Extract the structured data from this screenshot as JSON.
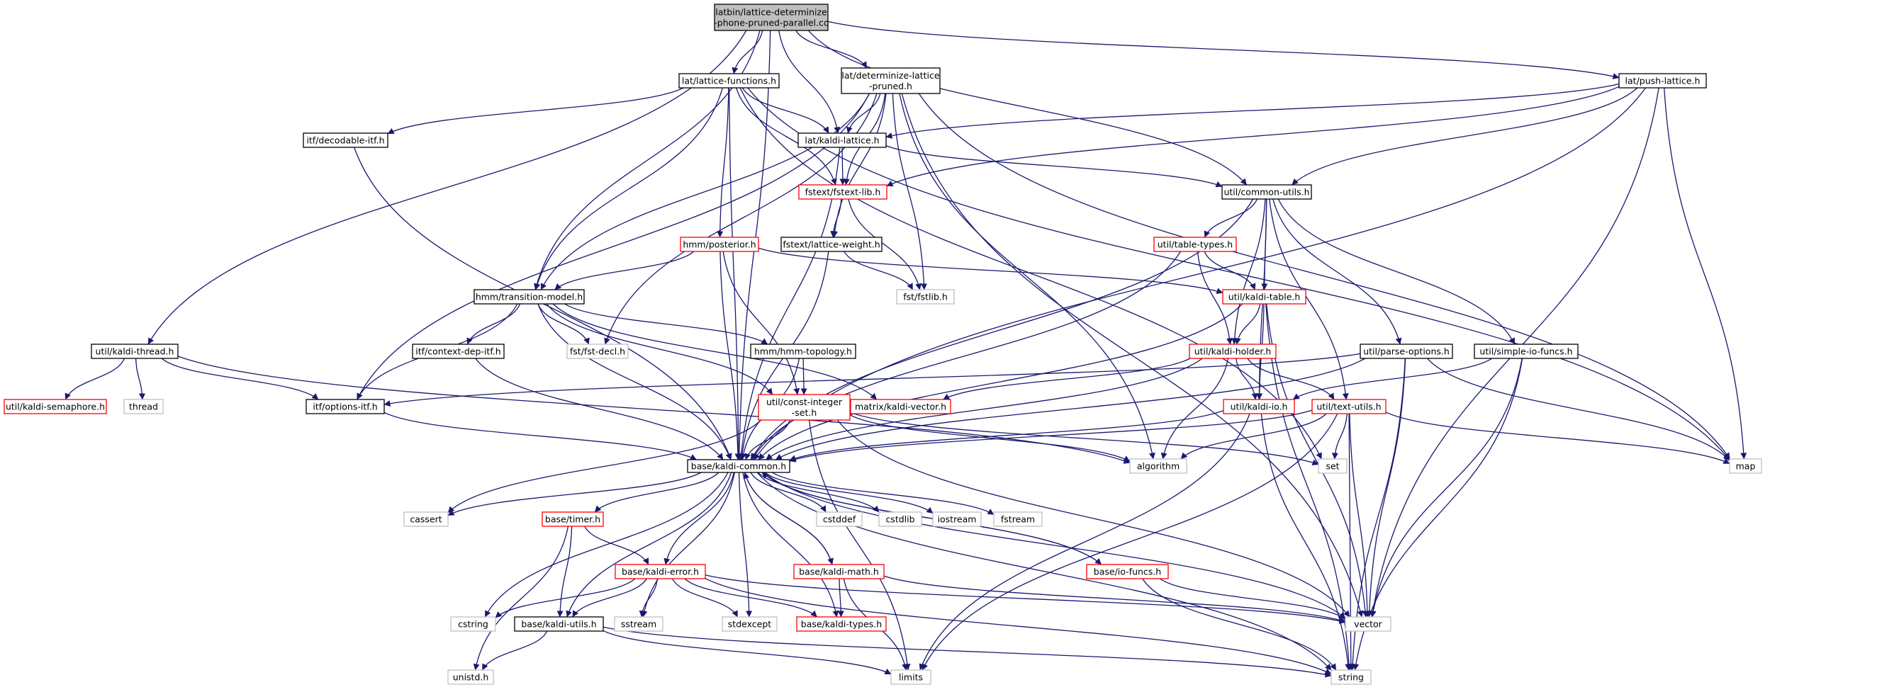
{
  "colors": {
    "edge": "#191970",
    "root_fill": "#bfbfbf",
    "border_black": "#000000",
    "border_red": "#ff0000",
    "border_gray": "#bfbfbf",
    "text": "#000000"
  },
  "nodes": [
    {
      "id": "root",
      "label": [
        "latbin/lattice-determinize",
        "-phone-pruned-parallel.cc"
      ],
      "style": "root",
      "link": false
    },
    {
      "id": "lattice_functions",
      "label": [
        "lat/lattice-functions.h"
      ],
      "style": "black",
      "link": true
    },
    {
      "id": "det_lat_pruned",
      "label": [
        "lat/determinize-lattice",
        "-pruned.h"
      ],
      "style": "black",
      "link": true
    },
    {
      "id": "push_lattice",
      "label": [
        "lat/push-lattice.h"
      ],
      "style": "black",
      "link": true
    },
    {
      "id": "kaldi_thread",
      "label": [
        "util/kaldi-thread.h"
      ],
      "style": "black",
      "link": true
    },
    {
      "id": "decodable_itf",
      "label": [
        "itf/decodable-itf.h"
      ],
      "style": "black",
      "link": true
    },
    {
      "id": "kaldi_lattice",
      "label": [
        "lat/kaldi-lattice.h"
      ],
      "style": "black",
      "link": true
    },
    {
      "id": "fstext_lib",
      "label": [
        "fstext/fstext-lib.h"
      ],
      "style": "red",
      "link": true
    },
    {
      "id": "common_utils",
      "label": [
        "util/common-utils.h"
      ],
      "style": "black",
      "link": true
    },
    {
      "id": "posterior",
      "label": [
        "hmm/posterior.h"
      ],
      "style": "red",
      "link": true
    },
    {
      "id": "lattice_weight",
      "label": [
        "fstext/lattice-weight.h"
      ],
      "style": "black",
      "link": true
    },
    {
      "id": "table_types",
      "label": [
        "util/table-types.h"
      ],
      "style": "red",
      "link": true
    },
    {
      "id": "fstlib",
      "label": [
        "fst/fstlib.h"
      ],
      "style": "gray",
      "link": false
    },
    {
      "id": "transition_model",
      "label": [
        "hmm/transition-model.h"
      ],
      "style": "black",
      "link": true
    },
    {
      "id": "kaldi_table",
      "label": [
        "util/kaldi-table.h"
      ],
      "style": "red",
      "link": true
    },
    {
      "id": "context_dep_itf",
      "label": [
        "itf/context-dep-itf.h"
      ],
      "style": "black",
      "link": true
    },
    {
      "id": "fst_decl",
      "label": [
        "fst/fst-decl.h"
      ],
      "style": "gray",
      "link": false
    },
    {
      "id": "hmm_topology",
      "label": [
        "hmm/hmm-topology.h"
      ],
      "style": "black",
      "link": true
    },
    {
      "id": "kaldi_holder",
      "label": [
        "util/kaldi-holder.h"
      ],
      "style": "red",
      "link": true
    },
    {
      "id": "parse_options",
      "label": [
        "util/parse-options.h"
      ],
      "style": "black",
      "link": true
    },
    {
      "id": "simple_io_funcs",
      "label": [
        "util/simple-io-funcs.h"
      ],
      "style": "black",
      "link": true
    },
    {
      "id": "kaldi_semaphore",
      "label": [
        "util/kaldi-semaphore.h"
      ],
      "style": "red",
      "link": true
    },
    {
      "id": "thread",
      "label": [
        "thread"
      ],
      "style": "gray",
      "link": false
    },
    {
      "id": "options_itf",
      "label": [
        "itf/options-itf.h"
      ],
      "style": "black",
      "link": true
    },
    {
      "id": "const_integer_set",
      "label": [
        "util/const-integer",
        "-set.h"
      ],
      "style": "red",
      "link": true
    },
    {
      "id": "kaldi_vector",
      "label": [
        "matrix/kaldi-vector.h"
      ],
      "style": "red",
      "link": true
    },
    {
      "id": "kaldi_io",
      "label": [
        "util/kaldi-io.h"
      ],
      "style": "red",
      "link": true
    },
    {
      "id": "text_utils",
      "label": [
        "util/text-utils.h"
      ],
      "style": "red",
      "link": true
    },
    {
      "id": "kaldi_common",
      "label": [
        "base/kaldi-common.h"
      ],
      "style": "black",
      "link": true
    },
    {
      "id": "algorithm",
      "label": [
        "algorithm"
      ],
      "style": "gray",
      "link": false
    },
    {
      "id": "set",
      "label": [
        "set"
      ],
      "style": "gray",
      "link": false
    },
    {
      "id": "map",
      "label": [
        "map"
      ],
      "style": "gray",
      "link": false
    },
    {
      "id": "cassert",
      "label": [
        "cassert"
      ],
      "style": "gray",
      "link": false
    },
    {
      "id": "timer",
      "label": [
        "base/timer.h"
      ],
      "style": "red",
      "link": true
    },
    {
      "id": "cstddef",
      "label": [
        "cstddef"
      ],
      "style": "gray",
      "link": false
    },
    {
      "id": "cstdlib",
      "label": [
        "cstdlib"
      ],
      "style": "gray",
      "link": false
    },
    {
      "id": "iostream",
      "label": [
        "iostream"
      ],
      "style": "gray",
      "link": false
    },
    {
      "id": "fstream",
      "label": [
        "fstream"
      ],
      "style": "gray",
      "link": false
    },
    {
      "id": "kaldi_error",
      "label": [
        "base/kaldi-error.h"
      ],
      "style": "red",
      "link": true
    },
    {
      "id": "kaldi_math",
      "label": [
        "base/kaldi-math.h"
      ],
      "style": "red",
      "link": true
    },
    {
      "id": "io_funcs",
      "label": [
        "base/io-funcs.h"
      ],
      "style": "red",
      "link": true
    },
    {
      "id": "cstring",
      "label": [
        "cstring"
      ],
      "style": "gray",
      "link": false
    },
    {
      "id": "kaldi_utils",
      "label": [
        "base/kaldi-utils.h"
      ],
      "style": "black",
      "link": true
    },
    {
      "id": "sstream",
      "label": [
        "sstream"
      ],
      "style": "gray",
      "link": false
    },
    {
      "id": "stdexcept",
      "label": [
        "stdexcept"
      ],
      "style": "gray",
      "link": false
    },
    {
      "id": "kaldi_types",
      "label": [
        "base/kaldi-types.h"
      ],
      "style": "red",
      "link": true
    },
    {
      "id": "vector",
      "label": [
        "vector"
      ],
      "style": "gray",
      "link": false
    },
    {
      "id": "unistd",
      "label": [
        "unistd.h"
      ],
      "style": "gray",
      "link": false
    },
    {
      "id": "limits",
      "label": [
        "limits"
      ],
      "style": "gray",
      "link": false
    },
    {
      "id": "string",
      "label": [
        "string"
      ],
      "style": "gray",
      "link": false
    }
  ],
  "edges": [
    [
      "root",
      "lattice_functions"
    ],
    [
      "root",
      "det_lat_pruned"
    ],
    [
      "root",
      "push_lattice"
    ],
    [
      "root",
      "kaldi_thread"
    ],
    [
      "root",
      "kaldi_lattice"
    ],
    [
      "root",
      "common_utils"
    ],
    [
      "root",
      "transition_model"
    ],
    [
      "root",
      "kaldi_common"
    ],
    [
      "lattice_functions",
      "decodable_itf"
    ],
    [
      "lattice_functions",
      "kaldi_lattice"
    ],
    [
      "lattice_functions",
      "fstext_lib"
    ],
    [
      "lattice_functions",
      "posterior"
    ],
    [
      "lattice_functions",
      "transition_model"
    ],
    [
      "lattice_functions",
      "kaldi_common"
    ],
    [
      "lattice_functions",
      "map"
    ],
    [
      "lattice_functions",
      "set"
    ],
    [
      "det_lat_pruned",
      "kaldi_lattice"
    ],
    [
      "det_lat_pruned",
      "fstext_lib"
    ],
    [
      "det_lat_pruned",
      "lattice_weight"
    ],
    [
      "det_lat_pruned",
      "fstlib"
    ],
    [
      "det_lat_pruned",
      "transition_model"
    ],
    [
      "det_lat_pruned",
      "fst_decl"
    ],
    [
      "det_lat_pruned",
      "options_itf"
    ],
    [
      "det_lat_pruned",
      "algorithm"
    ],
    [
      "det_lat_pruned",
      "vector"
    ],
    [
      "det_lat_pruned",
      "map"
    ],
    [
      "push_lattice",
      "kaldi_lattice"
    ],
    [
      "push_lattice",
      "fstext_lib"
    ],
    [
      "push_lattice",
      "common_utils"
    ],
    [
      "push_lattice",
      "kaldi_common"
    ],
    [
      "push_lattice",
      "vector"
    ],
    [
      "push_lattice",
      "map"
    ],
    [
      "kaldi_thread",
      "kaldi_semaphore"
    ],
    [
      "kaldi_thread",
      "thread"
    ],
    [
      "kaldi_thread",
      "options_itf"
    ],
    [
      "kaldi_thread",
      "algorithm"
    ],
    [
      "decodable_itf",
      "kaldi_common"
    ],
    [
      "kaldi_lattice",
      "fstext_lib"
    ],
    [
      "kaldi_lattice",
      "common_utils"
    ],
    [
      "kaldi_lattice",
      "kaldi_common"
    ],
    [
      "fstext_lib",
      "lattice_weight"
    ],
    [
      "fstext_lib",
      "fstlib"
    ],
    [
      "lattice_weight",
      "fstlib"
    ],
    [
      "lattice_weight",
      "kaldi_common"
    ],
    [
      "common_utils",
      "table_types"
    ],
    [
      "common_utils",
      "kaldi_table"
    ],
    [
      "common_utils",
      "kaldi_holder"
    ],
    [
      "common_utils",
      "parse_options"
    ],
    [
      "common_utils",
      "simple_io_funcs"
    ],
    [
      "common_utils",
      "kaldi_io"
    ],
    [
      "common_utils",
      "text_utils"
    ],
    [
      "common_utils",
      "kaldi_common"
    ],
    [
      "posterior",
      "transition_model"
    ],
    [
      "posterior",
      "kaldi_table"
    ],
    [
      "posterior",
      "const_integer_set"
    ],
    [
      "posterior",
      "kaldi_common"
    ],
    [
      "table_types",
      "kaldi_table"
    ],
    [
      "table_types",
      "kaldi_holder"
    ],
    [
      "table_types",
      "kaldi_common"
    ],
    [
      "transition_model",
      "context_dep_itf"
    ],
    [
      "transition_model",
      "fst_decl"
    ],
    [
      "transition_model",
      "hmm_topology"
    ],
    [
      "transition_model",
      "options_itf"
    ],
    [
      "transition_model",
      "kaldi_vector"
    ],
    [
      "transition_model",
      "const_integer_set"
    ],
    [
      "transition_model",
      "kaldi_common"
    ],
    [
      "kaldi_table",
      "kaldi_holder"
    ],
    [
      "kaldi_table",
      "kaldi_io"
    ],
    [
      "kaldi_table",
      "kaldi_common"
    ],
    [
      "kaldi_table",
      "string"
    ],
    [
      "kaldi_table",
      "vector"
    ],
    [
      "context_dep_itf",
      "kaldi_common"
    ],
    [
      "hmm_topology",
      "const_integer_set"
    ],
    [
      "hmm_topology",
      "kaldi_common"
    ],
    [
      "kaldi_holder",
      "kaldi_vector"
    ],
    [
      "kaldi_holder",
      "kaldi_io"
    ],
    [
      "kaldi_holder",
      "text_utils"
    ],
    [
      "kaldi_holder",
      "kaldi_common"
    ],
    [
      "kaldi_holder",
      "algorithm"
    ],
    [
      "parse_options",
      "options_itf"
    ],
    [
      "parse_options",
      "kaldi_common"
    ],
    [
      "parse_options",
      "map"
    ],
    [
      "parse_options",
      "vector"
    ],
    [
      "parse_options",
      "string"
    ],
    [
      "simple_io_funcs",
      "kaldi_io"
    ],
    [
      "simple_io_funcs",
      "vector"
    ],
    [
      "simple_io_funcs",
      "string"
    ],
    [
      "options_itf",
      "kaldi_common"
    ],
    [
      "const_integer_set",
      "kaldi_common"
    ],
    [
      "const_integer_set",
      "algorithm"
    ],
    [
      "const_integer_set",
      "set"
    ],
    [
      "const_integer_set",
      "vector"
    ],
    [
      "const_integer_set",
      "limits"
    ],
    [
      "const_integer_set",
      "cassert"
    ],
    [
      "kaldi_io",
      "kaldi_common"
    ],
    [
      "kaldi_io",
      "limits"
    ],
    [
      "kaldi_io",
      "string"
    ],
    [
      "text_utils",
      "kaldi_common"
    ],
    [
      "text_utils",
      "algorithm"
    ],
    [
      "text_utils",
      "set"
    ],
    [
      "text_utils",
      "map"
    ],
    [
      "text_utils",
      "vector"
    ],
    [
      "text_utils",
      "string"
    ],
    [
      "text_utils",
      "limits"
    ],
    [
      "kaldi_common",
      "cassert"
    ],
    [
      "kaldi_common",
      "timer"
    ],
    [
      "kaldi_common",
      "cstddef"
    ],
    [
      "kaldi_common",
      "cstdlib"
    ],
    [
      "kaldi_common",
      "iostream"
    ],
    [
      "kaldi_common",
      "fstream"
    ],
    [
      "kaldi_common",
      "kaldi_error"
    ],
    [
      "kaldi_common",
      "kaldi_math"
    ],
    [
      "kaldi_common",
      "io_funcs"
    ],
    [
      "kaldi_common",
      "cstring"
    ],
    [
      "kaldi_common",
      "sstream"
    ],
    [
      "kaldi_common",
      "stdexcept"
    ],
    [
      "kaldi_common",
      "kaldi_types"
    ],
    [
      "kaldi_common",
      "vector"
    ],
    [
      "kaldi_common",
      "string"
    ],
    [
      "kaldi_common",
      "kaldi_utils"
    ],
    [
      "timer",
      "kaldi_utils"
    ],
    [
      "timer",
      "kaldi_error"
    ],
    [
      "timer",
      "unistd"
    ],
    [
      "kaldi_error",
      "kaldi_utils"
    ],
    [
      "kaldi_error",
      "kaldi_types"
    ],
    [
      "kaldi_error",
      "cstring"
    ],
    [
      "kaldi_error",
      "sstream"
    ],
    [
      "kaldi_error",
      "stdexcept"
    ],
    [
      "kaldi_error",
      "vector"
    ],
    [
      "kaldi_error",
      "string"
    ],
    [
      "kaldi_math",
      "kaldi_common"
    ],
    [
      "kaldi_math",
      "kaldi_types"
    ],
    [
      "kaldi_math",
      "limits"
    ],
    [
      "kaldi_math",
      "vector"
    ],
    [
      "io_funcs",
      "kaldi_common"
    ],
    [
      "io_funcs",
      "vector"
    ],
    [
      "io_funcs",
      "string"
    ],
    [
      "kaldi_utils",
      "unistd"
    ],
    [
      "kaldi_utils",
      "limits"
    ],
    [
      "kaldi_utils",
      "string"
    ]
  ]
}
